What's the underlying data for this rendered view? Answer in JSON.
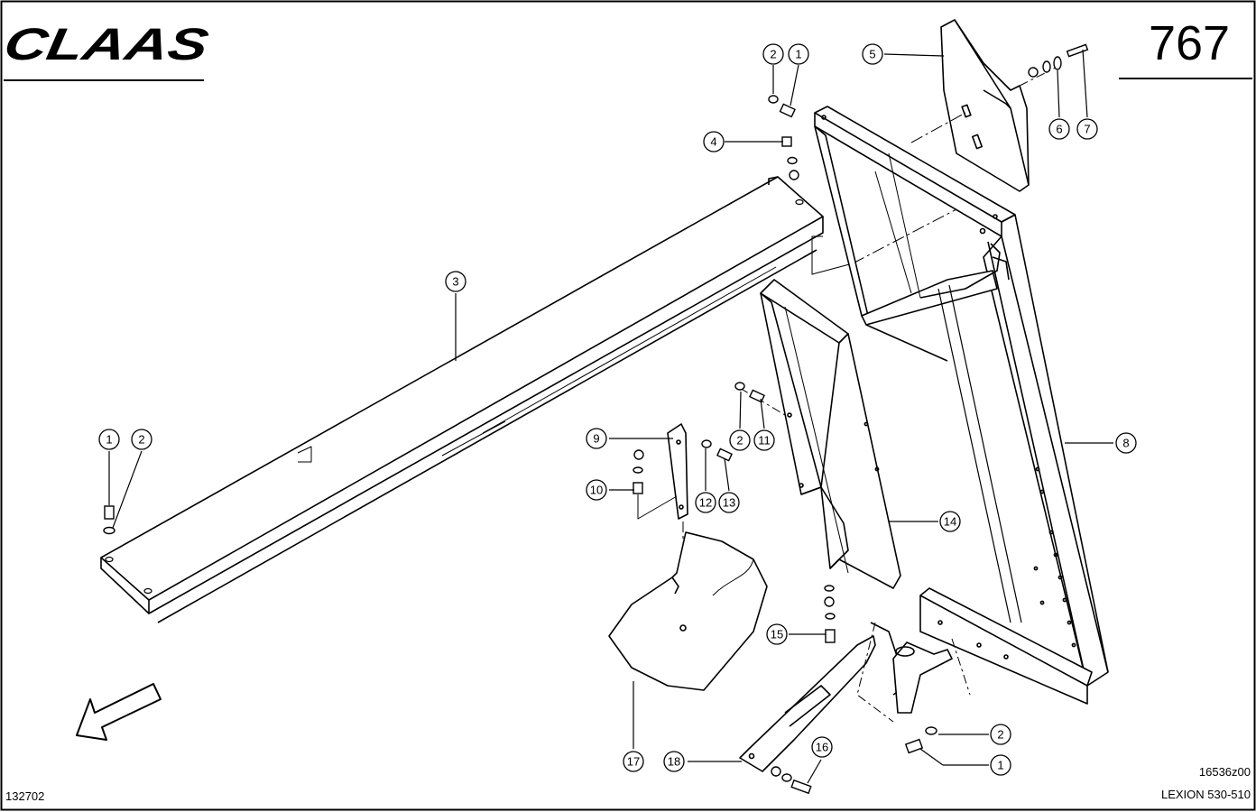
{
  "header": {
    "brand": "CLAAS",
    "page_number": "767"
  },
  "footer": {
    "drawing_id": "132702",
    "figure_code": "16536z00",
    "model": "LEXION 530-510"
  },
  "callouts": {
    "c1_top": "1",
    "c2_top": "2",
    "c5": "5",
    "c6": "6",
    "c7": "7",
    "c4": "4",
    "c3": "3",
    "c1_left": "1",
    "c2_left": "2",
    "c9": "9",
    "c10": "10",
    "c12": "12",
    "c13": "13",
    "c2_mid": "2",
    "c11": "11",
    "c8": "8",
    "c14": "14",
    "c15": "15",
    "c17": "17",
    "c18": "18",
    "c16": "16",
    "c2_bottom": "2",
    "c1_bottom": "1"
  }
}
